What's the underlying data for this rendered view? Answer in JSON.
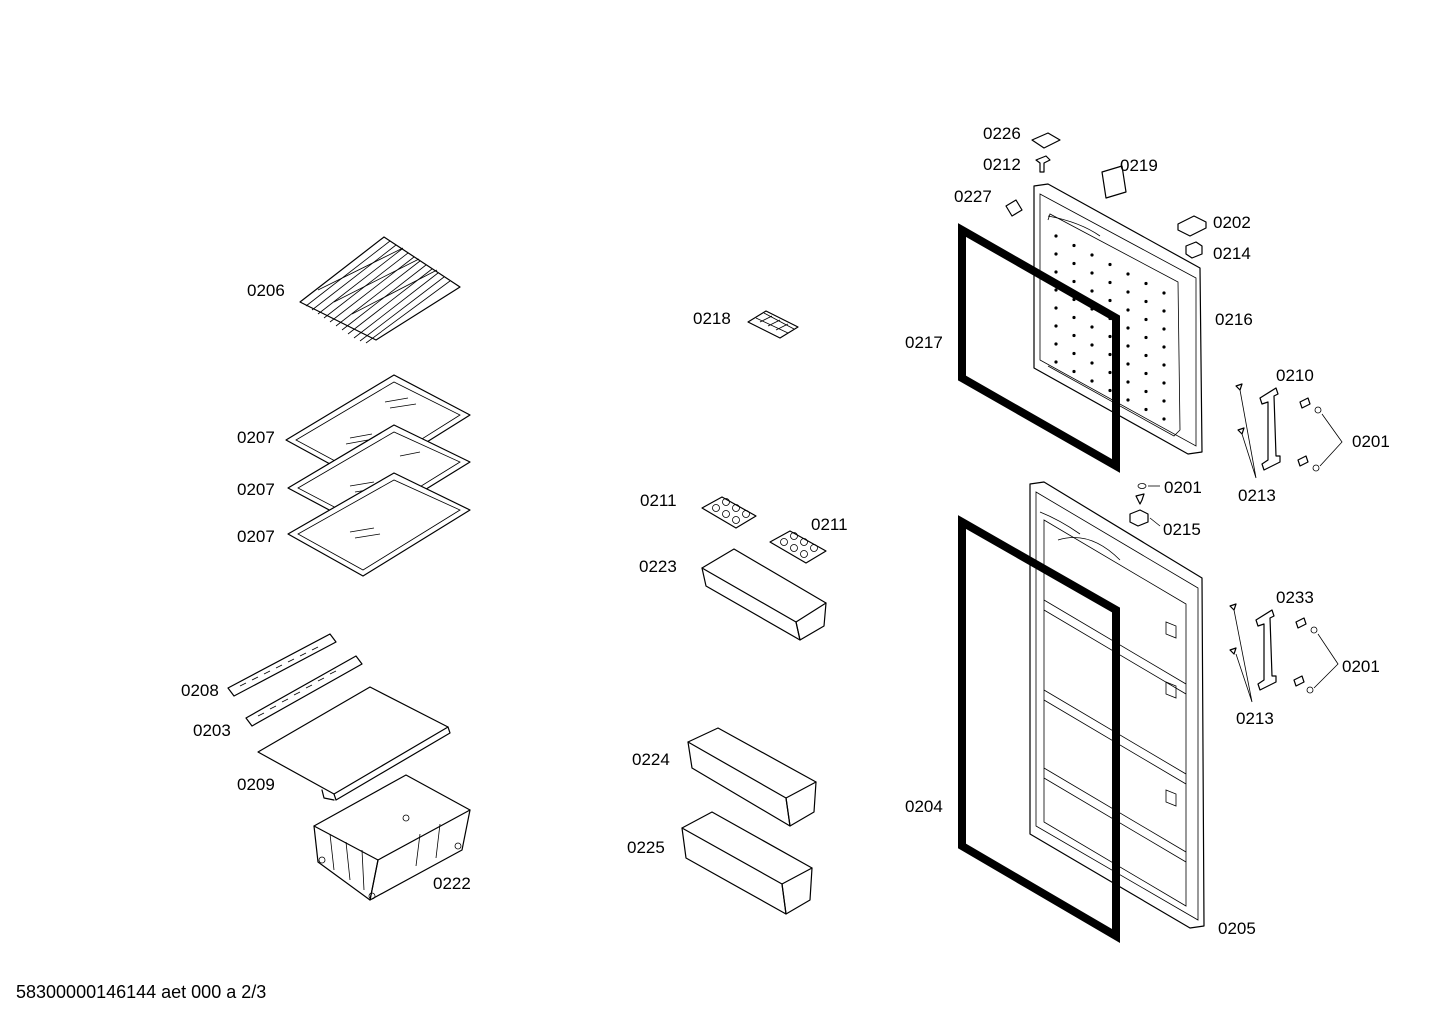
{
  "footer": "58300000146144 aet 000 a 2/3",
  "labels": {
    "p0206": "0206",
    "p0207a": "0207",
    "p0207b": "0207",
    "p0207c": "0207",
    "p0208": "0208",
    "p0203": "0203",
    "p0209": "0209",
    "p0222": "0222",
    "p0218": "0218",
    "p0211a": "0211",
    "p0211b": "0211",
    "p0223": "0223",
    "p0224": "0224",
    "p0225": "0225",
    "p0226": "0226",
    "p0212": "0212",
    "p0219": "0219",
    "p0227": "0227",
    "p0202": "0202",
    "p0214": "0214",
    "p0216": "0216",
    "p0217": "0217",
    "p0210": "0210",
    "p0201a": "0201",
    "p0213a": "0213",
    "p0201b": "0201",
    "p0215": "0215",
    "p0233": "0233",
    "p0201c": "0201",
    "p0213b": "0213",
    "p0204": "0204",
    "p0205": "0205"
  }
}
